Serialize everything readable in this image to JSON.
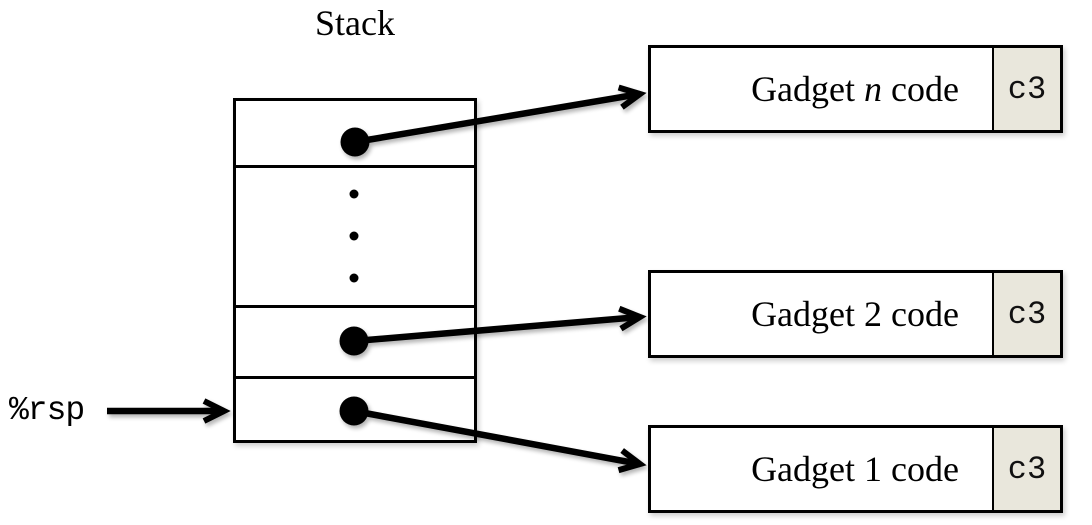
{
  "title": "Stack",
  "rsp": {
    "label": "%rsp"
  },
  "gadgets": [
    {
      "prefix": "Gadget ",
      "id": "n",
      "suffix": " code",
      "ret": "c3",
      "id_italic": true
    },
    {
      "prefix": "Gadget ",
      "id": "2",
      "suffix": " code",
      "ret": "c3",
      "id_italic": false
    },
    {
      "prefix": "Gadget ",
      "id": "1",
      "suffix": " code",
      "ret": "c3",
      "id_italic": false
    }
  ],
  "colors": {
    "ink": "#000000",
    "ret_cell_bg": "#e9e7dc",
    "background": "#ffffff"
  }
}
